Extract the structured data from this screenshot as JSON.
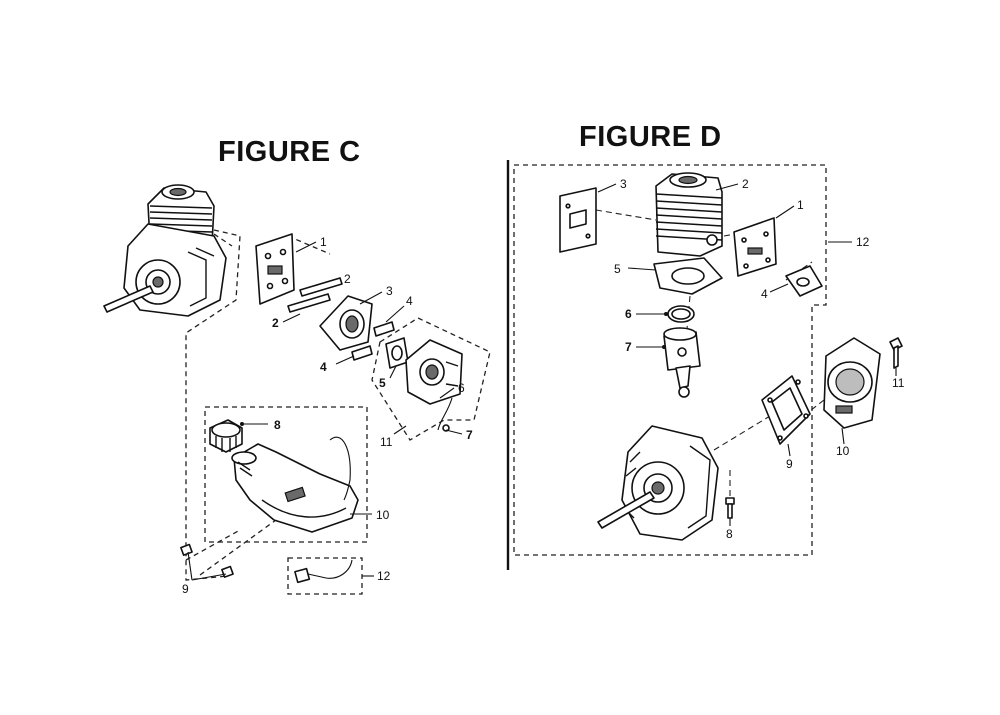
{
  "figure_c": {
    "title": "FIGURE C",
    "callouts": [
      "1",
      "2",
      "2",
      "3",
      "4",
      "4",
      "5",
      "6",
      "7",
      "8",
      "10",
      "11",
      "9",
      "12"
    ]
  },
  "figure_d": {
    "title": "FIGURE D",
    "callouts": [
      "3",
      "2",
      "1",
      "12",
      "5",
      "4",
      "6",
      "7",
      "11",
      "9",
      "10",
      "8"
    ]
  }
}
